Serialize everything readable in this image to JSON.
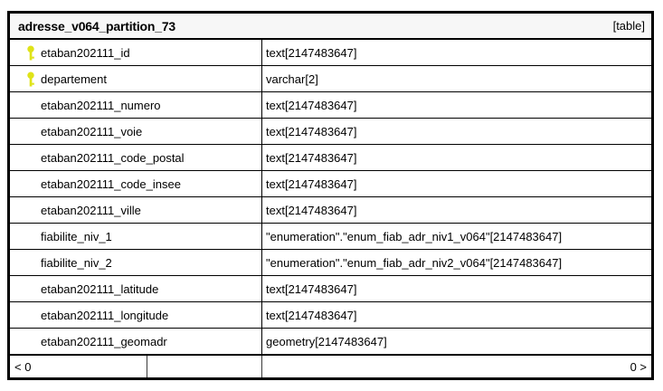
{
  "table": {
    "title": "adresse_v064_partition_73",
    "badge": "[table]",
    "columns": [
      {
        "name": "etaban202111_id",
        "type": "text[2147483647]",
        "key": true
      },
      {
        "name": "departement",
        "type": "varchar[2]",
        "key": true
      },
      {
        "name": "etaban202111_numero",
        "type": "text[2147483647]",
        "key": false
      },
      {
        "name": "etaban202111_voie",
        "type": "text[2147483647]",
        "key": false
      },
      {
        "name": "etaban202111_code_postal",
        "type": "text[2147483647]",
        "key": false
      },
      {
        "name": "etaban202111_code_insee",
        "type": "text[2147483647]",
        "key": false
      },
      {
        "name": "etaban202111_ville",
        "type": "text[2147483647]",
        "key": false
      },
      {
        "name": "fiabilite_niv_1",
        "type": "\"enumeration\".\"enum_fiab_adr_niv1_v064\"[2147483647]",
        "key": false
      },
      {
        "name": "fiabilite_niv_2",
        "type": "\"enumeration\".\"enum_fiab_adr_niv2_v064\"[2147483647]",
        "key": false
      },
      {
        "name": "etaban202111_latitude",
        "type": "text[2147483647]",
        "key": false
      },
      {
        "name": "etaban202111_longitude",
        "type": "text[2147483647]",
        "key": false
      },
      {
        "name": "etaban202111_geomadr",
        "type": "geometry[2147483647]",
        "key": false
      }
    ],
    "footer": {
      "left_anchor": "< 0",
      "middle": "",
      "right_anchor": "0 >"
    },
    "icons": {
      "primary_key": "key-icon"
    },
    "colors": {
      "key_icon": "#dfe318",
      "border": "#000000",
      "background": "#ffffff"
    }
  }
}
